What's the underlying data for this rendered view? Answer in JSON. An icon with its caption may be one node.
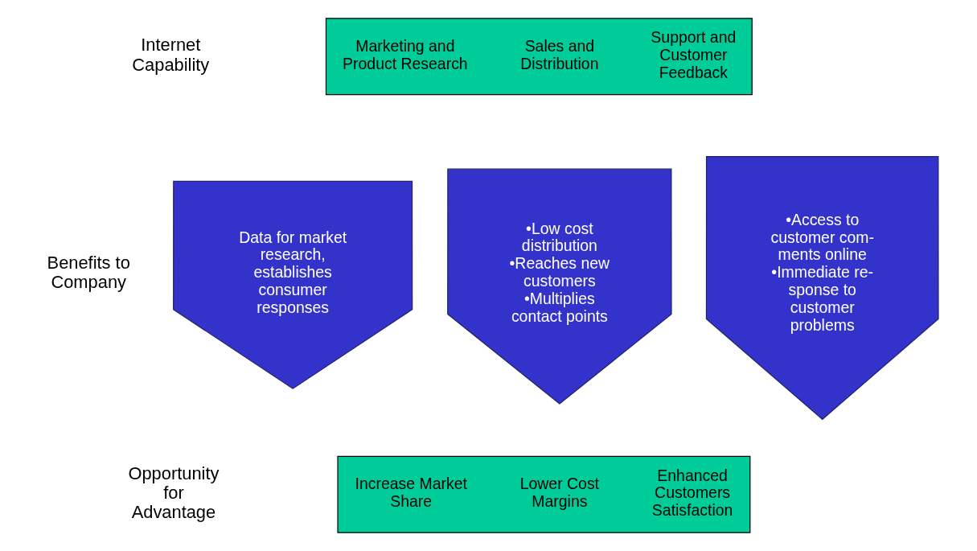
{
  "diagram": {
    "nodes": [
      {
        "text": [],
        "shape": "box"
      },
      {
        "text": [
          "Marketing and Product Research"
        ],
        "in": 0
      },
      {
        "text": [
          "Sales and Distribution"
        ],
        "in": 0
      },
      {
        "text": [
          "Support and Customer Feedback"
        ],
        "in": 0
      },
      {
        "text": [
          "Data for market research, establishes consumer responses"
        ]
      },
      {
        "text": [
          "•Low cost distribution",
          "•Reaches new customers",
          "•Multiplies contact points"
        ]
      },
      {
        "text": [
          "•Access to customer com- ments online",
          "•Immediate re- sponse to customer problems"
        ]
      },
      {
        "text": [],
        "shape": "box"
      },
      {
        "text": [
          "Increase Market Share"
        ],
        "in": 7
      },
      {
        "text": [
          "Lower Cost Margins"
        ],
        "in": 7
      },
      {
        "text": [
          "Enhanced Customers Satisfaction"
        ],
        "in": 7
      }
    ],
    "edges": [],
    "labels": [
      "Internet Capability",
      "Benefits to Company",
      "Opportunity for Advantage"
    ]
  }
}
